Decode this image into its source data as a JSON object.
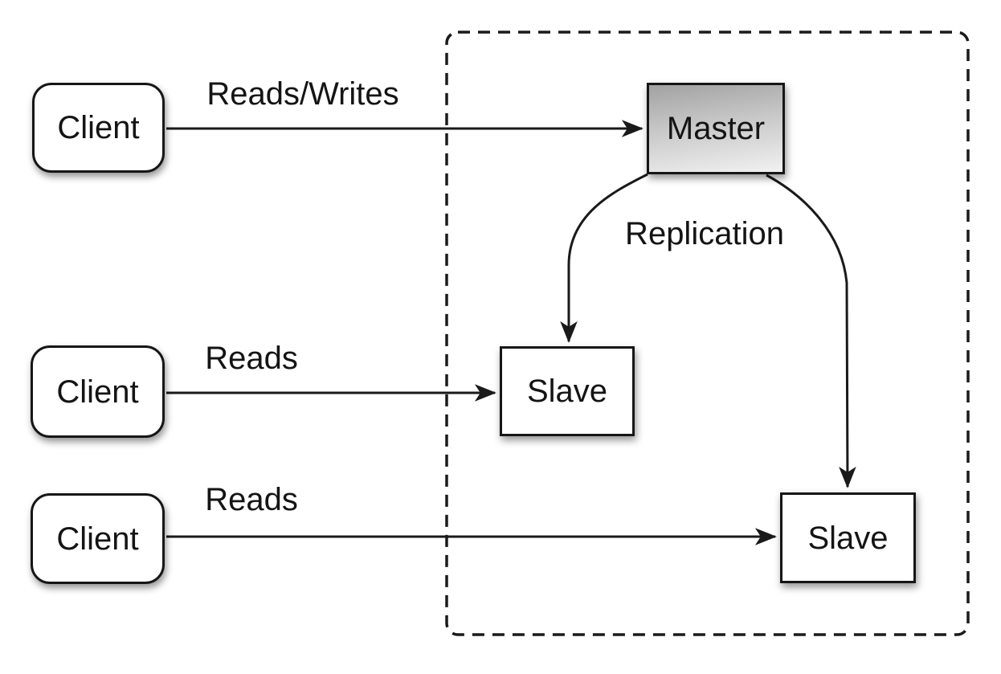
{
  "diagram": {
    "nodes": {
      "client1": {
        "label": "Client"
      },
      "client2": {
        "label": "Client"
      },
      "client3": {
        "label": "Client"
      },
      "master": {
        "label": "Master"
      },
      "slave1": {
        "label": "Slave"
      },
      "slave2": {
        "label": "Slave"
      }
    },
    "edges": {
      "client1_to_master": {
        "label": "Reads/Writes"
      },
      "client2_to_slave1": {
        "label": "Reads"
      },
      "client3_to_slave2": {
        "label": "Reads"
      },
      "master_to_slaves": {
        "label": "Replication"
      }
    },
    "colors": {
      "background": "#ffffff",
      "line": "#1a1a1a",
      "node_border": "#161616",
      "node_fill": "#ffffff",
      "master_gradient_top": "#a2a2a2",
      "master_gradient_bottom": "#f1f1f1",
      "text": "#141414"
    }
  }
}
